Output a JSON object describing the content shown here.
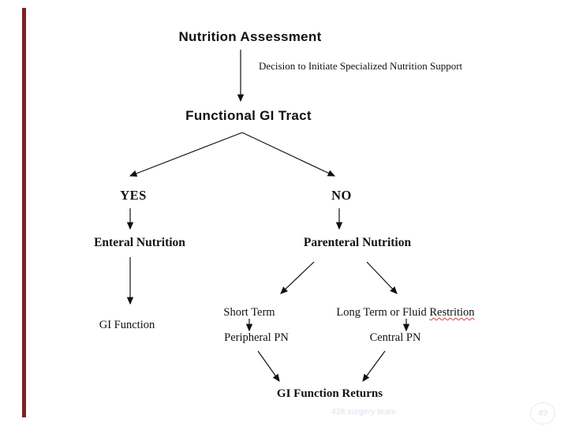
{
  "slide": {
    "background": "#ffffff",
    "accent_bar_color": "#7b2222",
    "text_color": "#111111",
    "spellcheck_underline_color": "#cc4444"
  },
  "nodes": {
    "title": "Nutrition Assessment",
    "decision_note": "Decision to Initiate Specialized Nutrition Support",
    "functional_gi_tract": "Functional GI Tract",
    "yes": "YES",
    "no": "NO",
    "enteral_nutrition": "Enteral Nutrition",
    "parenteral_nutrition": "Parenteral Nutrition",
    "gi_function": "GI Function",
    "short_term": "Short Term",
    "long_term_prefix": "Long Term or Fluid ",
    "long_term_misspelled": "Restrition",
    "peripheral_pn": "Peripheral PN",
    "central_pn": "Central PN",
    "gi_function_returns": "GI Function Returns"
  },
  "footer": {
    "team": "428 surgery team",
    "page_number": "49",
    "color": "#d9e2ec"
  }
}
